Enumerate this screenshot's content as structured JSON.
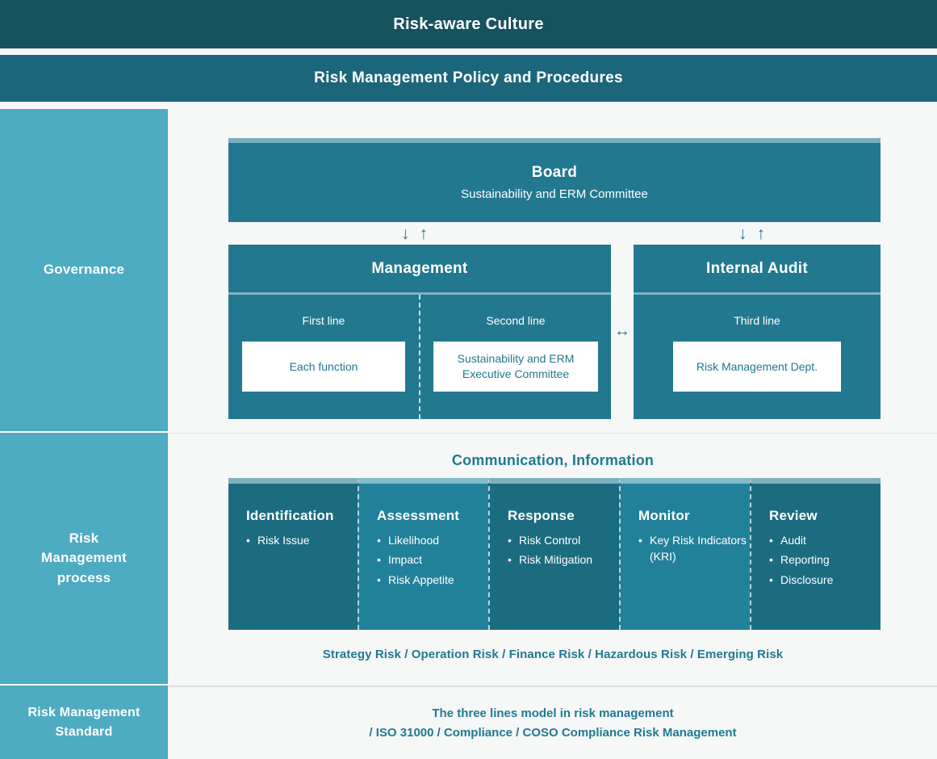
{
  "banners": {
    "culture": "Risk-aware Culture",
    "policy": "Risk Management Policy and Procedures"
  },
  "rail": {
    "governance": "Governance",
    "process": "Risk\nManagement\nprocess",
    "process_line1": "Risk",
    "process_line2": "Management",
    "process_line3": "process",
    "standard_line1": "Risk Management",
    "standard_line2": "Standard"
  },
  "governance": {
    "board": {
      "title": "Board",
      "subtitle": "Sustainability and ERM Committee"
    },
    "arrow_down": "↓",
    "arrow_up": "↑",
    "arrow_horizontal": "↔",
    "management": {
      "title": "Management",
      "columns": [
        {
          "label": "First line",
          "card": "Each function"
        },
        {
          "label": "Second line",
          "card": "Sustainability and ERM\nExecutive Committee",
          "card_line1": "Sustainability and ERM",
          "card_line2": "Executive Committee"
        }
      ]
    },
    "internal_audit": {
      "title": "Internal Audit",
      "columns": [
        {
          "label": "Third line",
          "card": "Risk Management Dept."
        }
      ]
    }
  },
  "process": {
    "communication_title": "Communication, Information",
    "columns": [
      {
        "head": "Identification",
        "tone": "dark",
        "items": [
          "Risk Issue"
        ]
      },
      {
        "head": "Assessment",
        "tone": "light",
        "items": [
          "Likelihood",
          "Impact",
          "Risk Appetite"
        ]
      },
      {
        "head": "Response",
        "tone": "dark",
        "items": [
          "Risk Control",
          "Risk Mitigation"
        ]
      },
      {
        "head": "Monitor",
        "tone": "light",
        "items": [
          "Key Risk Indicators (KRI)"
        ]
      },
      {
        "head": "Review",
        "tone": "dark",
        "items": [
          "Audit",
          "Reporting",
          "Disclosure"
        ]
      }
    ],
    "risk_types": "Strategy Risk / Operation Risk / Finance Risk / Hazardous Risk / Emerging Risk"
  },
  "standard": {
    "line1": "The three lines model in risk management",
    "line2": "/ ISO 31000 / Compliance / COSO Compliance Risk Management"
  },
  "colors": {
    "banner_dark": "#17525f",
    "banner_mid": "#1c667b",
    "rail": "#4dabc2",
    "box": "#22788f",
    "col_dark": "#1c6c80",
    "col_light": "#22819a",
    "accent_text": "#1f7a92",
    "background": "#f6f7f7"
  }
}
